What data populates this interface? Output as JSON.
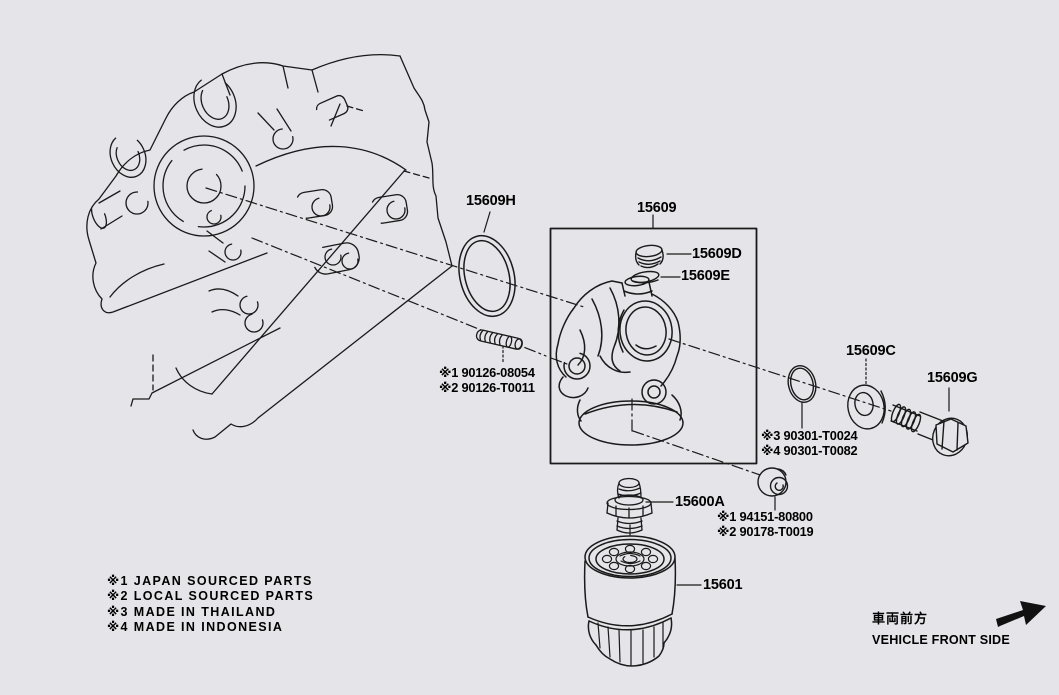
{
  "callouts": {
    "oring": "15609H",
    "bracket": "15609",
    "cap": "15609D",
    "snap_ring": "15609E",
    "stud_note1": "※1 90126-08054",
    "stud_note2": "※2 90126-T0011",
    "washer": "15609C",
    "bolt": "15609G",
    "washer_note3": "※3 90301-T0024",
    "washer_note4": "※4 90301-T0082",
    "grommet_note1": "※1 94151-80800",
    "grommet_note2": "※2 90178-T0019",
    "union": "15600A",
    "oil_filter": "15601"
  },
  "legend": [
    "※1 JAPAN SOURCED PARTS",
    "※2 LOCAL SOURCED PARTS",
    "※3 MADE IN THAILAND",
    "※4 MADE IN INDONESIA"
  ],
  "orientation": {
    "jp": "車両前方",
    "en": "VEHICLE FRONT SIDE"
  },
  "colors": {
    "background": "#e4e4e9",
    "line": "#1a1a1a",
    "text": "#000000"
  }
}
